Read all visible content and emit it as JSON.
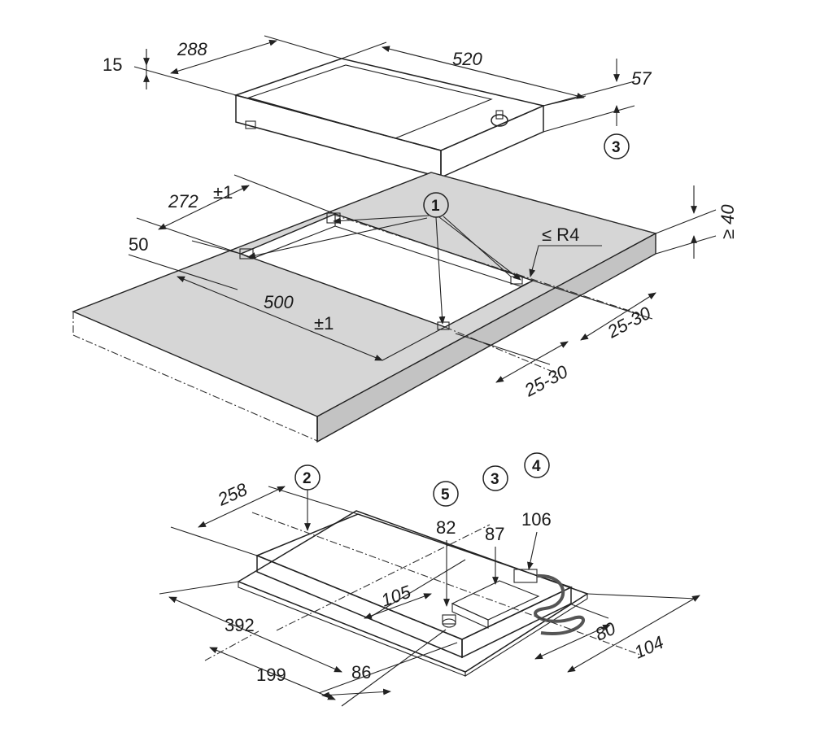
{
  "top_hob": {
    "dims": {
      "d15": "15",
      "d288": "288",
      "d520": "520",
      "d57": "57"
    },
    "callout": "3"
  },
  "worktop": {
    "dims": {
      "d272": "272",
      "d272_tol": "±1",
      "d40": "≥ 40",
      "d50": "50",
      "r4": "≤ R4",
      "d500": "500",
      "d500_tol": "±1",
      "d25a": "25-30",
      "d25b": "25-30"
    },
    "callout": "1"
  },
  "bottom_hob": {
    "dims": {
      "d258": "258",
      "d392": "392",
      "d199": "199",
      "d86": "86",
      "d105": "105",
      "d82": "82",
      "d87": "87",
      "d106": "106",
      "d80": "80",
      "d104": "104"
    },
    "callouts": {
      "c2": "2",
      "c5": "5",
      "c3": "3",
      "c4": "4"
    }
  },
  "colors": {
    "stone": "#d7d7d7",
    "stone_dark": "#bfbfbf",
    "top_face": "#e2e2e2",
    "side_face": "#cfcfcf",
    "ink": "#222222"
  }
}
